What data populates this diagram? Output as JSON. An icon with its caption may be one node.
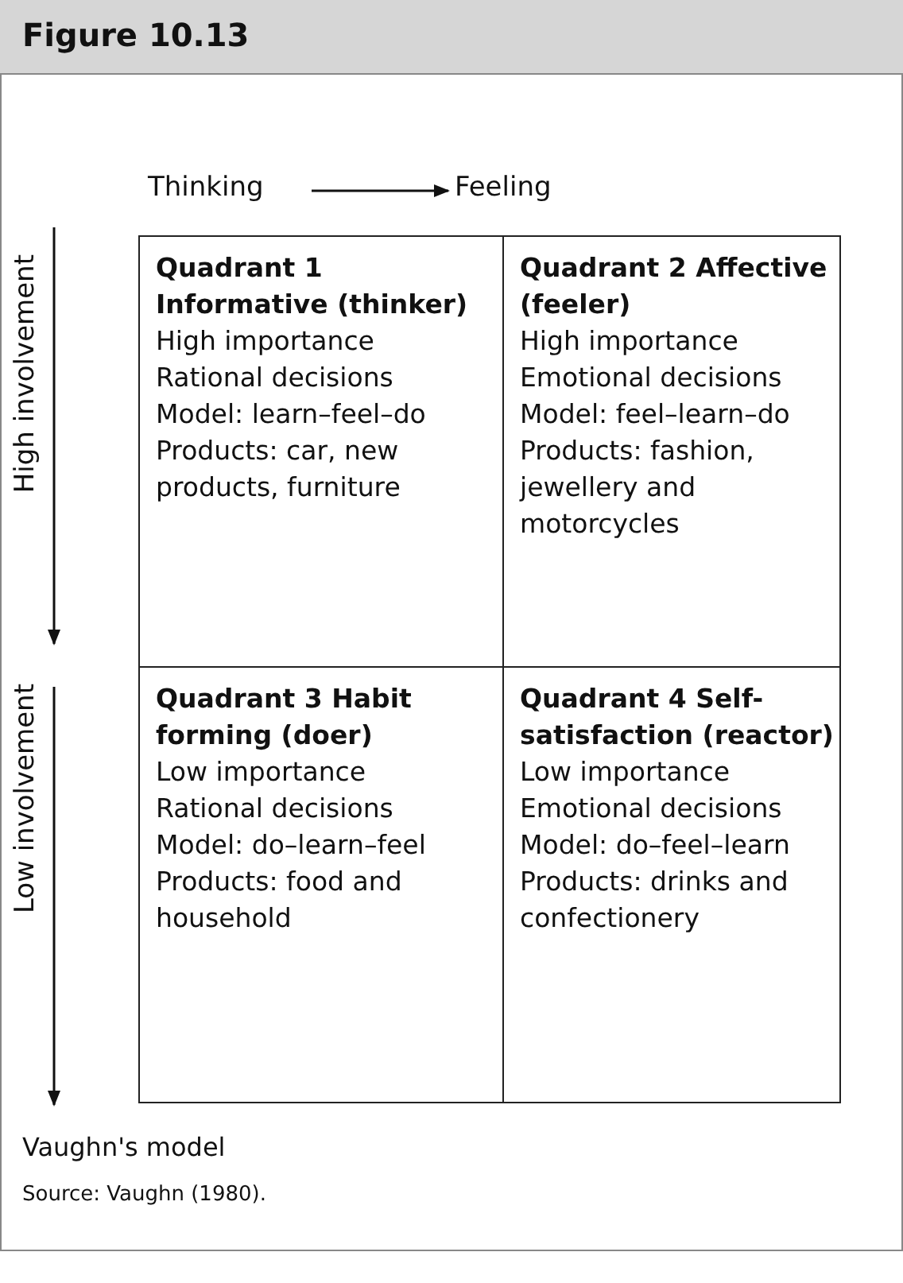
{
  "diagram": {
    "title": "Figure 10.13",
    "nodes": [
      {
        "text": [
          "Quadrant 1 Informative (thinker)",
          "High importance",
          "Rational decisions",
          "Model: learn–feel–do",
          "Products: car, new products, furniture"
        ]
      },
      {
        "text": [
          "Quadrant 2 Affective (feeler)",
          "High importance",
          "Emotional decisions",
          "Model: feel–learn–do",
          "Products: fashion, jewellery and motorcycles"
        ]
      },
      {
        "text": [
          "Quadrant 3 Habit forming (doer)",
          "Low importance",
          "Rational decisions",
          "Model: do–learn–feel",
          "Products: food and household"
        ]
      },
      {
        "text": [
          "Quadrant 4 Self-satisfaction (reactor)",
          "Low importance",
          "Emotional decisions",
          "Model: do–feel–learn",
          "Products: drinks and confectionery"
        ]
      }
    ],
    "edges": [],
    "labels": [
      "Thinking",
      "Feeling",
      "High involvement",
      "Low involvement",
      "Source: Vaughn (1980)."
    ],
    "caption": "Vaughn's model"
  }
}
